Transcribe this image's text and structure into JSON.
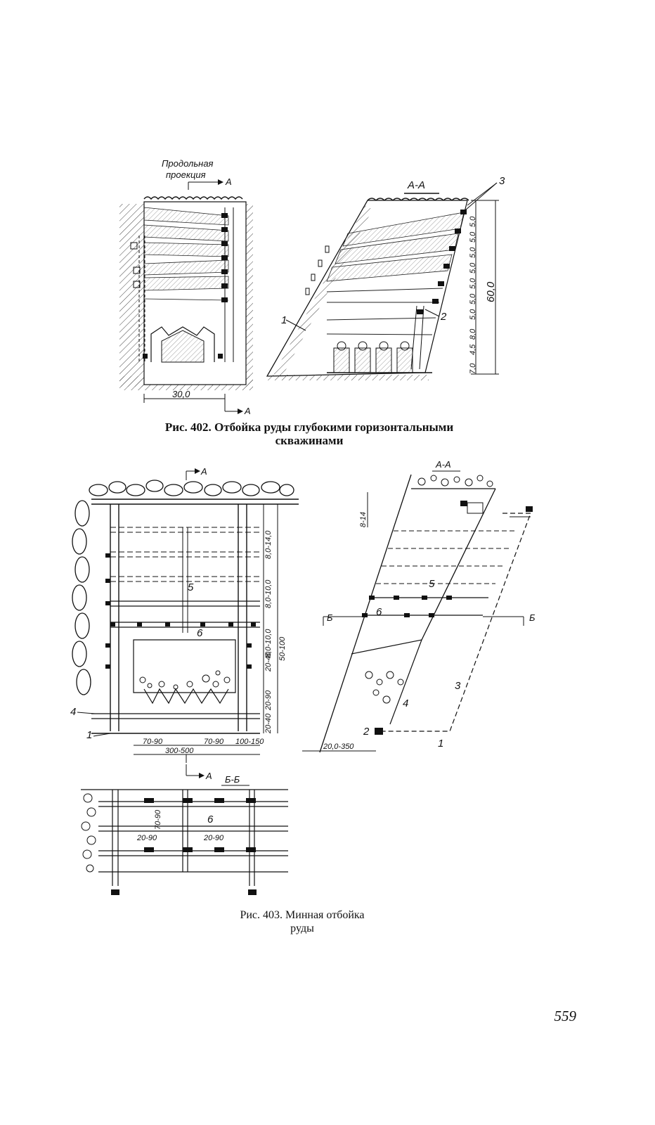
{
  "fig402": {
    "caption_line1": "Рис. 402. Отбойка руды глубокими горизонтальными",
    "caption_line2": "скважинами",
    "left": {
      "label_line1": "Продольная",
      "label_line2": "проекция",
      "section_mark_top": "А",
      "section_mark_bottom": "А",
      "width_dim": "30,0"
    },
    "right": {
      "section_title": "А-А",
      "callout_1": "1",
      "callout_2": "2",
      "callout_3": "3",
      "vertical_dims": [
        "7,0",
        "4,5",
        "8,0",
        "5,0",
        "5,0",
        "5,0",
        "5,0",
        "5,0",
        "5,0",
        "5,0"
      ],
      "total_height": "60,0"
    }
  },
  "fig403": {
    "caption_line1": "Рис. 403. Минная отбойка",
    "caption_line2": "руды",
    "main": {
      "section_mark_top": "А",
      "section_mark_bottom": "А",
      "callout_1": "1",
      "callout_4": "4",
      "callout_5": "5",
      "callout_6": "6",
      "vertical_dims": [
        "8,0-14,0",
        "8,0-10,0",
        "8,0-10,0",
        "20-40",
        "20-90",
        "20-40"
      ],
      "overall_height": "50-100",
      "bottom_dims": [
        "70-90",
        "70-90",
        "100-150"
      ],
      "bottom_total": "300-500"
    },
    "section_aa": {
      "title": "А-А",
      "top_dim": "8-14",
      "bottom_dim": "20,0-350",
      "mark_b_left": "Б",
      "mark_b_right": "Б",
      "callout_1": "1",
      "callout_2": "2",
      "callout_3": "3",
      "callout_4": "4",
      "callout_5": "5",
      "callout_6": "6"
    },
    "section_bb": {
      "title": "Б-Б",
      "dim_vertical": "70-90",
      "dim_left": "20-90",
      "dim_right": "20-90",
      "callout_6": "6"
    }
  },
  "page_number": "559"
}
